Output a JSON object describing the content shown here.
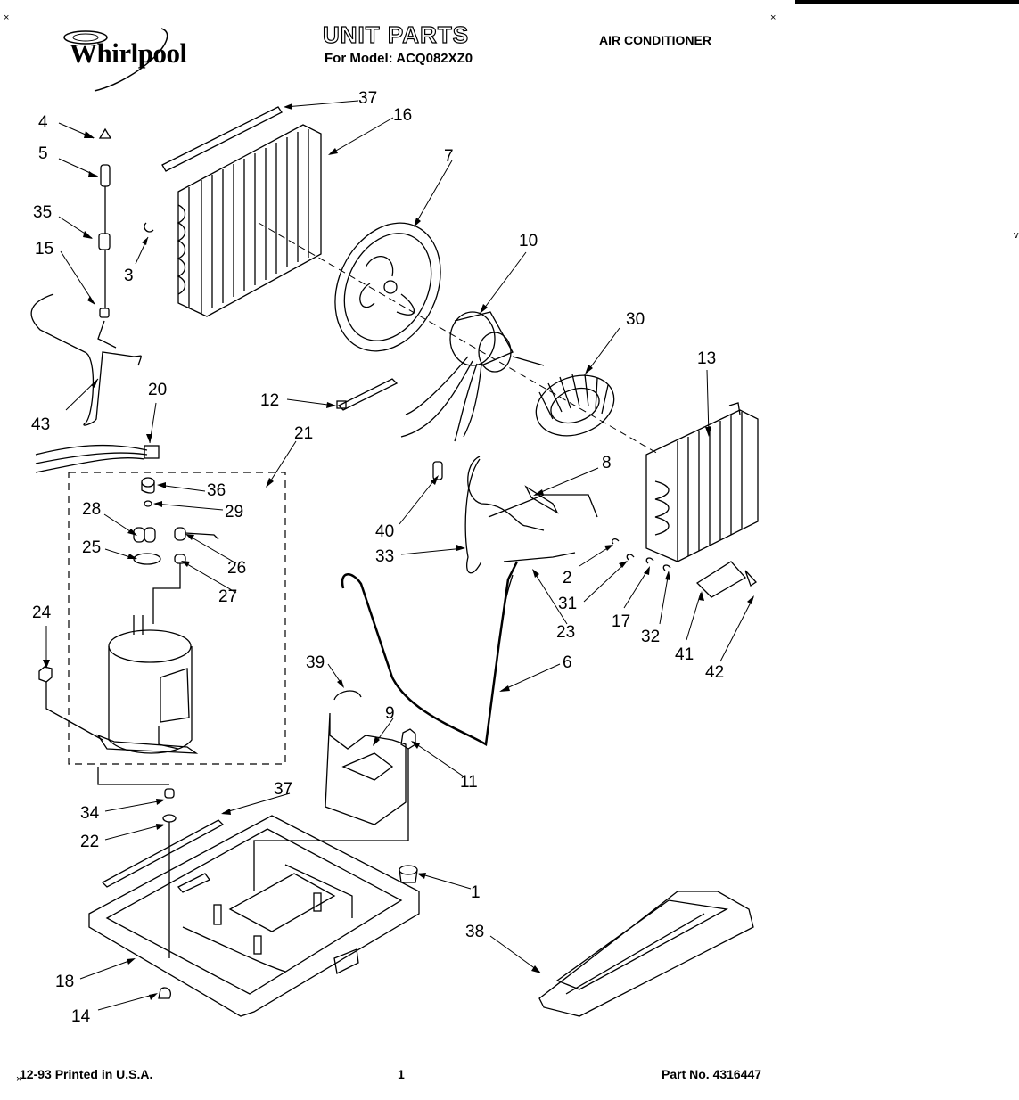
{
  "header": {
    "brand": "Whirlpool",
    "title": "UNIT PARTS",
    "subtitle": "For Model: ACQ082XZ0",
    "product": "AIR CONDITIONER"
  },
  "footer": {
    "date_print": "12-93 Printed in U.S.A.",
    "page_number": "1",
    "part_number": "Part No. 4316447"
  },
  "callouts": [
    "37",
    "16",
    "4",
    "5",
    "7",
    "35",
    "10",
    "15",
    "3",
    "30",
    "13",
    "12",
    "20",
    "43",
    "21",
    "8",
    "36",
    "29",
    "28",
    "40",
    "26",
    "25",
    "33",
    "2",
    "27",
    "31",
    "17",
    "23",
    "32",
    "41",
    "24",
    "6",
    "42",
    "39",
    "9",
    "11",
    "37",
    "34",
    "22",
    "1",
    "38",
    "18",
    "14"
  ]
}
